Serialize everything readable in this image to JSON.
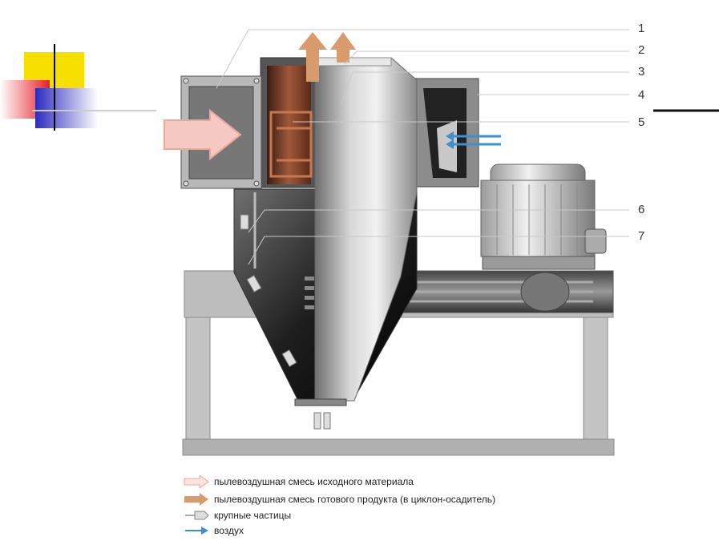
{
  "callouts": [
    "1",
    "2",
    "3",
    "4",
    "5",
    "6",
    "7"
  ],
  "legend": [
    {
      "icon": "hollow-arrow-icon",
      "text": "пылевоздушная смесь исходного материала"
    },
    {
      "icon": "solid-orange-arrow-icon",
      "text": "пылевоздушная смесь готового продукта (в циклон-осадитель)"
    },
    {
      "icon": "coarse-particle-icon",
      "text": "крупные частицы"
    },
    {
      "icon": "blue-arrow-icon",
      "text": "воздух"
    }
  ],
  "colors": {
    "feed": "#f3b3aa",
    "product": "#d99a6c",
    "air": "#3d8fd0",
    "frame": "#b9b9b9",
    "logo_yellow": "#f7e000",
    "logo_blue": "#3a39c9",
    "logo_red": "#e8202a"
  }
}
